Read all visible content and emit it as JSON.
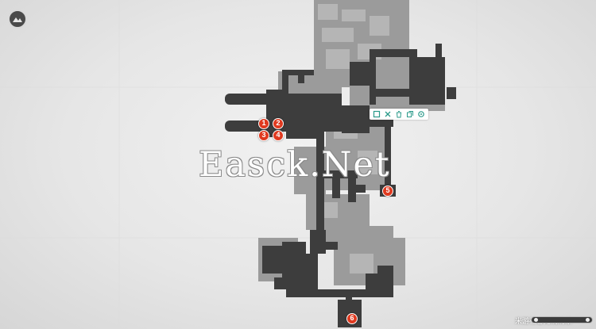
{
  "map": {
    "markers": [
      {
        "label": "1"
      },
      {
        "label": "2"
      },
      {
        "label": "3"
      },
      {
        "label": "4"
      },
      {
        "label": "5"
      },
      {
        "label": "6"
      }
    ],
    "toolbar_icons": [
      "export-icon",
      "close-icon",
      "delete-icon",
      "copy-icon",
      "settings-icon"
    ],
    "marker_color": "#e0391f",
    "floor_color": "#3d3d3d",
    "area_color": "#9b9b9b"
  },
  "overlay": {
    "watermark": "Easck.Net",
    "credit": "米游社@无情奶茶"
  },
  "controls": {
    "menu_icon": "map-menu-icon",
    "zoom_icon": "zoom-slider-icon"
  }
}
